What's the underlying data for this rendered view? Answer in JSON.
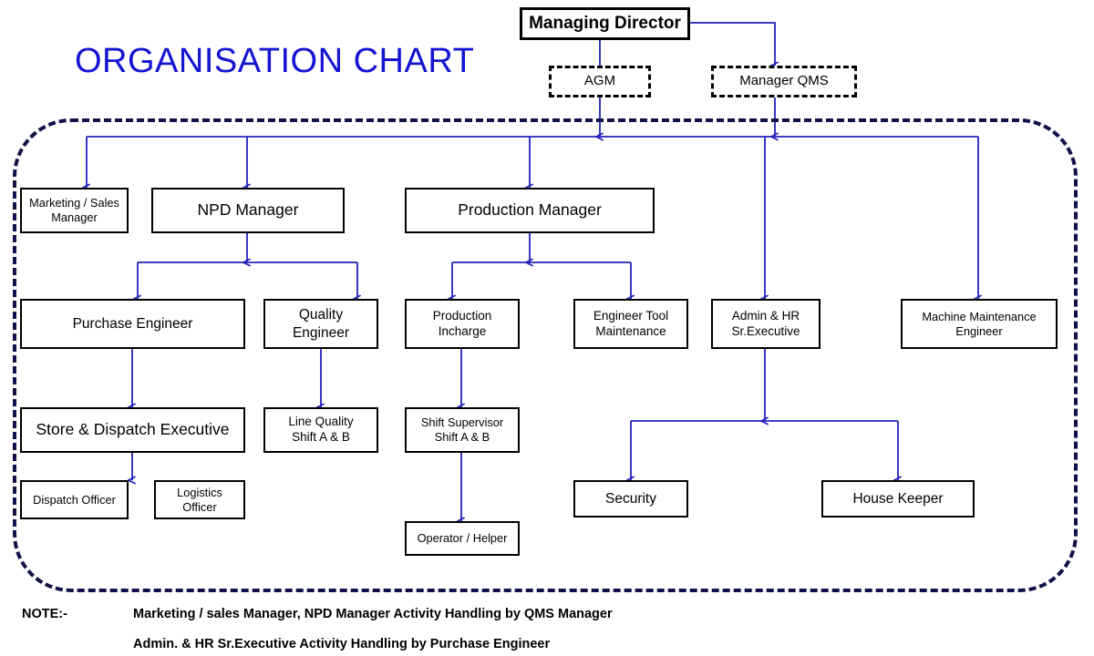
{
  "title": "ORGANISATION CHART",
  "colors": {
    "title": "#1414d2",
    "connector": "#2222bb",
    "container_border": "#10104a",
    "node_border": "#000000",
    "background": "#ffffff"
  },
  "nodes": {
    "managing_director": "Managing Director",
    "agm": "AGM",
    "manager_qms": "Manager QMS",
    "marketing_sales_manager": "Marketing / Sales\nManager",
    "npd_manager": "NPD Manager",
    "production_manager": "Production Manager",
    "purchase_engineer": "Purchase Engineer",
    "quality_engineer": "Quality Engineer",
    "production_incharge": "Production\nIncharge",
    "engineer_tool_maintenance": "Engineer Tool\nMaintenance",
    "admin_hr_sr_executive": "Admin & HR\nSr.Executive",
    "machine_maintenance_engineer": "Machine Maintenance\nEngineer",
    "store_dispatch_executive": "Store & Dispatch Executive",
    "line_quality": "Line Quality\nShift A & B",
    "shift_supervisor": "Shift Supervisor\nShift A & B",
    "dispatch_officer": "Dispatch Officer",
    "logistics_officer": "Logistics\nOfficer",
    "operator_helper": "Operator / Helper",
    "security": "Security",
    "house_keeper": "House Keeper"
  },
  "notes": {
    "label": "NOTE:-",
    "lines": [
      "Marketing / sales Manager, NPD Manager Activity Handling by QMS Manager",
      "Admin. & HR Sr.Executive Activity Handling by Purchase Engineer"
    ]
  },
  "chart_data": {
    "type": "diagram",
    "diagram_kind": "organisation-chart",
    "root": "Managing Director",
    "edges": [
      {
        "from": "Managing Director",
        "to": "AGM"
      },
      {
        "from": "Managing Director",
        "to": "Manager QMS"
      },
      {
        "from": "AGM",
        "to": "distribution-bus"
      },
      {
        "from": "Manager QMS",
        "to": "distribution-bus"
      },
      {
        "from": "distribution-bus",
        "to": "Marketing / Sales Manager"
      },
      {
        "from": "distribution-bus",
        "to": "NPD Manager"
      },
      {
        "from": "distribution-bus",
        "to": "Production Manager"
      },
      {
        "from": "distribution-bus",
        "to": "Admin & HR Sr.Executive"
      },
      {
        "from": "distribution-bus",
        "to": "Machine Maintenance Engineer"
      },
      {
        "from": "NPD Manager",
        "to": "Purchase Engineer"
      },
      {
        "from": "NPD Manager",
        "to": "Quality Engineer"
      },
      {
        "from": "Production Manager",
        "to": "Production Incharge"
      },
      {
        "from": "Production Manager",
        "to": "Engineer Tool Maintenance"
      },
      {
        "from": "Purchase Engineer",
        "to": "Store & Dispatch Executive"
      },
      {
        "from": "Quality Engineer",
        "to": "Line Quality Shift A & B"
      },
      {
        "from": "Production Incharge",
        "to": "Shift Supervisor Shift A & B"
      },
      {
        "from": "Store & Dispatch Executive",
        "to": "Dispatch Officer"
      },
      {
        "from": "Shift Supervisor Shift A & B",
        "to": "Operator / Helper"
      },
      {
        "from": "Admin & HR Sr.Executive",
        "to": "Security"
      },
      {
        "from": "Admin & HR Sr.Executive",
        "to": "House Keeper"
      }
    ],
    "levels": [
      [
        "Managing Director"
      ],
      [
        "AGM",
        "Manager QMS"
      ],
      [
        "Marketing / Sales Manager",
        "NPD Manager",
        "Production Manager",
        "Admin & HR Sr.Executive",
        "Machine Maintenance Engineer"
      ],
      [
        "Purchase Engineer",
        "Quality Engineer",
        "Production Incharge",
        "Engineer Tool Maintenance"
      ],
      [
        "Store & Dispatch Executive",
        "Line Quality Shift A & B",
        "Shift Supervisor Shift A & B"
      ],
      [
        "Dispatch Officer",
        "Logistics Officer",
        "Security",
        "House Keeper"
      ],
      [
        "Operator / Helper"
      ]
    ]
  }
}
